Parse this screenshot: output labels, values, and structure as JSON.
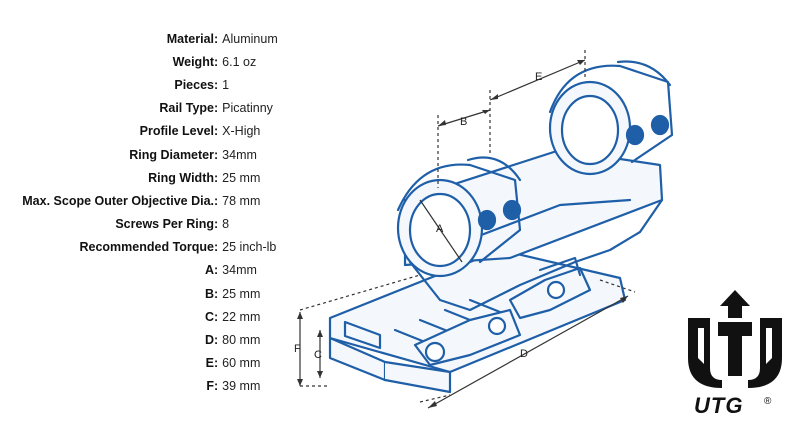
{
  "specs": [
    {
      "label": "Material",
      "value": "Aluminum"
    },
    {
      "label": "Weight",
      "value": "6.1 oz"
    },
    {
      "label": "Pieces",
      "value": "1"
    },
    {
      "label": "Rail Type",
      "value": "Picatinny"
    },
    {
      "label": "Profile Level",
      "value": "X-High"
    },
    {
      "label": "Ring Diameter",
      "value": "34mm"
    },
    {
      "label": "Ring Width",
      "value": "25 mm"
    },
    {
      "label": "Max. Scope Outer Objective Dia.",
      "value": "78 mm"
    },
    {
      "label": "Screws Per Ring",
      "value": "8"
    },
    {
      "label": "Recommended Torque",
      "value": "25 inch-lb"
    },
    {
      "label": "A",
      "value": "34mm"
    },
    {
      "label": "B",
      "value": "25 mm"
    },
    {
      "label": "C",
      "value": "22 mm"
    },
    {
      "label": "D",
      "value": "80 mm"
    },
    {
      "label": "E",
      "value": "60 mm"
    },
    {
      "label": "F",
      "value": "39 mm"
    }
  ],
  "dimension_labels": {
    "a": "A",
    "b": "B",
    "c": "C",
    "d": "D",
    "e": "E",
    "f": "F"
  },
  "logo": {
    "text": "UTG",
    "mark": "®"
  },
  "colors": {
    "outline": "#1f5fa8",
    "fill": "#f4f8fc",
    "dimension": "#333333",
    "logo": "#111111"
  }
}
